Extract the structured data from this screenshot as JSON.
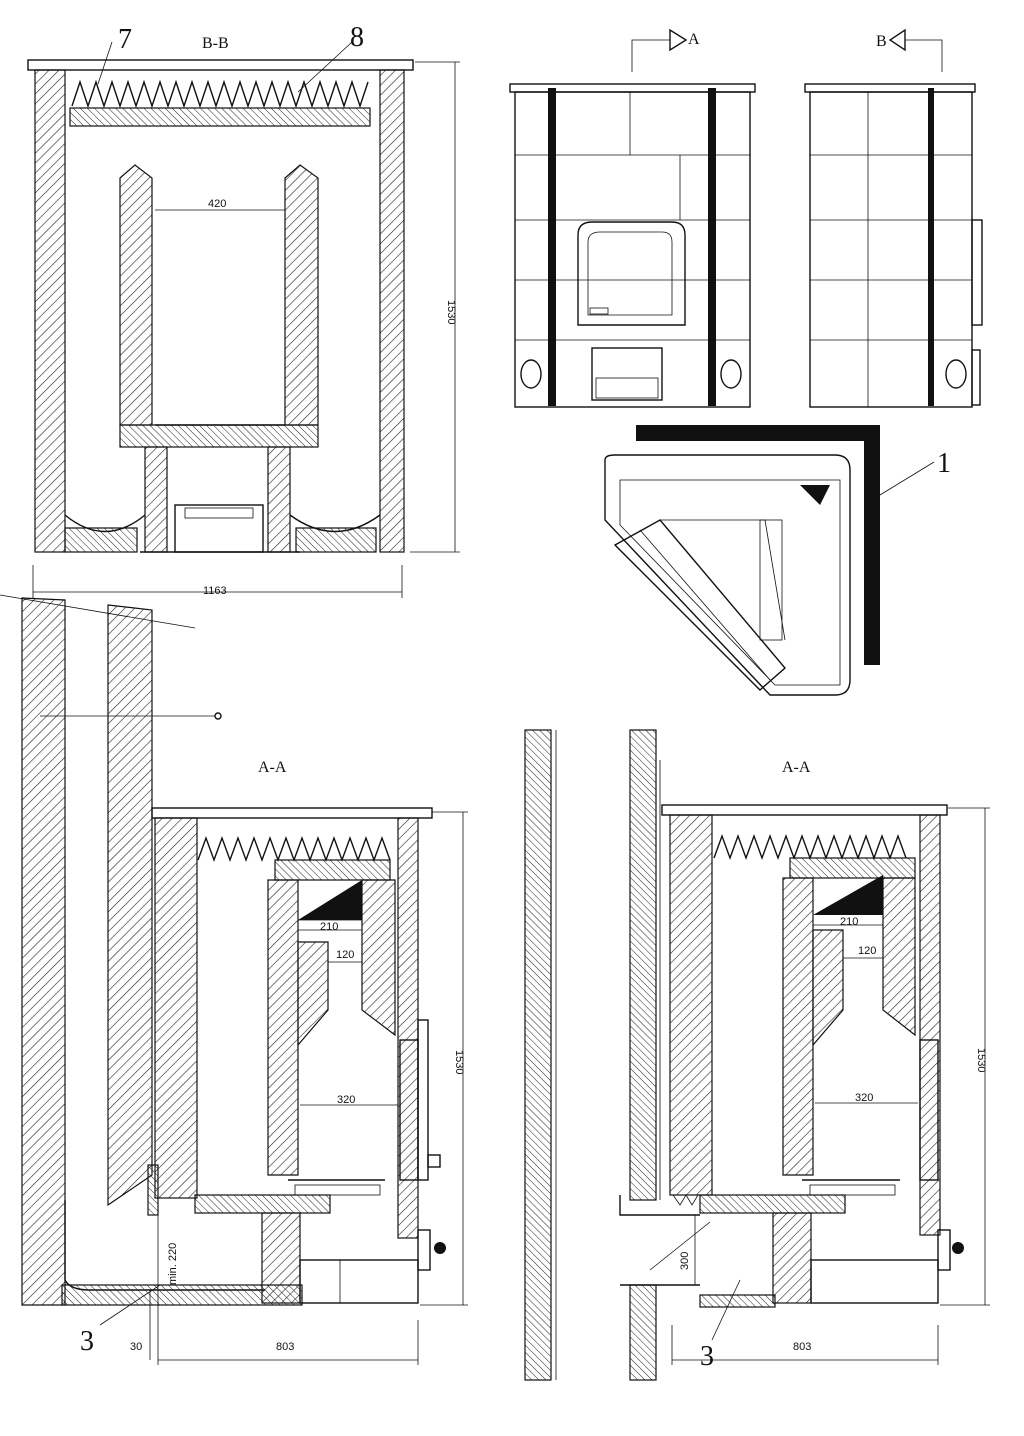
{
  "labels": {
    "sec_bb": "B-B",
    "sec_aa_left": "A-A",
    "sec_aa_right": "A-A",
    "view_a": "A",
    "view_b": "B",
    "n7": "7",
    "n8": "8",
    "n1": "1",
    "n3_left": "3",
    "n3_right": "3"
  },
  "dims": {
    "bb_width": "1163",
    "bb_height": "1530",
    "bb_inner": "420",
    "aa_l_height": "1530",
    "aa_l_210": "210",
    "aa_l_120": "120",
    "aa_l_320": "320",
    "aa_l_min": "min. 220",
    "aa_l_30": "30",
    "aa_l_803": "803",
    "aa_r_height": "1530",
    "aa_r_210": "210",
    "aa_r_120": "120",
    "aa_r_320": "320",
    "aa_r_300": "300",
    "aa_r_803": "803"
  }
}
